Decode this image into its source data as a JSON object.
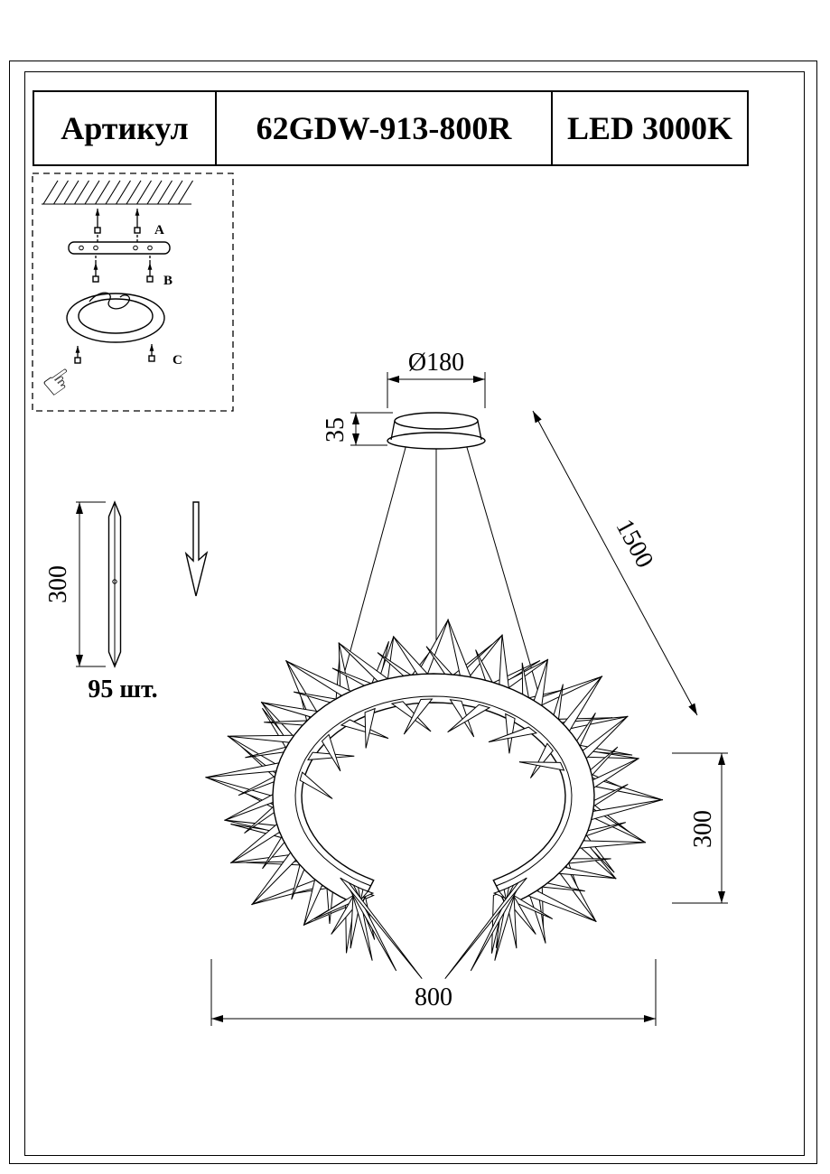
{
  "header": {
    "article_label": "Артикул",
    "article_number": "62GDW-913-800R",
    "led_label": "LED 3000K"
  },
  "install": {
    "step_a": "A",
    "step_b": "B",
    "step_c": "C",
    "hand_icon": "☞"
  },
  "crystal": {
    "length_dim": "300",
    "quantity": "95 шт."
  },
  "dims": {
    "canopy_diameter": "Ø180",
    "canopy_height": "35",
    "suspension_length": "1500",
    "ring_height": "300",
    "ring_diameter": "800"
  }
}
